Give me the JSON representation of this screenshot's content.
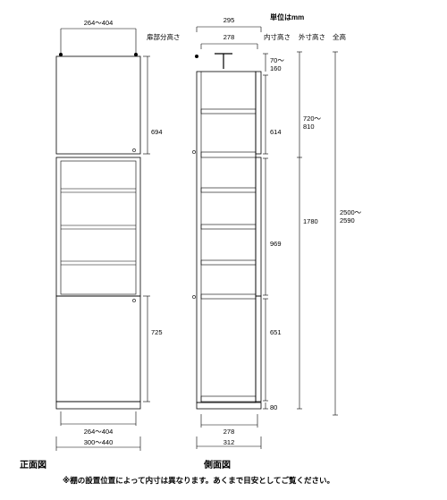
{
  "header": {
    "unit": "単位はmm",
    "col_door": "扉部分高さ",
    "col_inner": "内寸高さ",
    "col_outer": "外寸高さ",
    "col_total": "全高"
  },
  "front": {
    "top_width": "264～404",
    "door_upper": "694",
    "door_lower": "725",
    "inner_width": "264～404",
    "outer_width": "300～440",
    "title": "正面図"
  },
  "side": {
    "top_depth": "295",
    "inner_depth_top": "278",
    "inner_upper": "70～160",
    "inner_mid1": "614",
    "inner_mid2": "969",
    "inner_mid3": "651",
    "inner_base": "80",
    "outer_upper": "720～810",
    "outer_main": "1780",
    "total_height": "2500～2590",
    "inner_depth_bottom": "278",
    "outer_depth": "312",
    "title": "側面図"
  },
  "note": "※棚の設置位置によって内寸は異なります。あくまで目安としてご覧ください。"
}
